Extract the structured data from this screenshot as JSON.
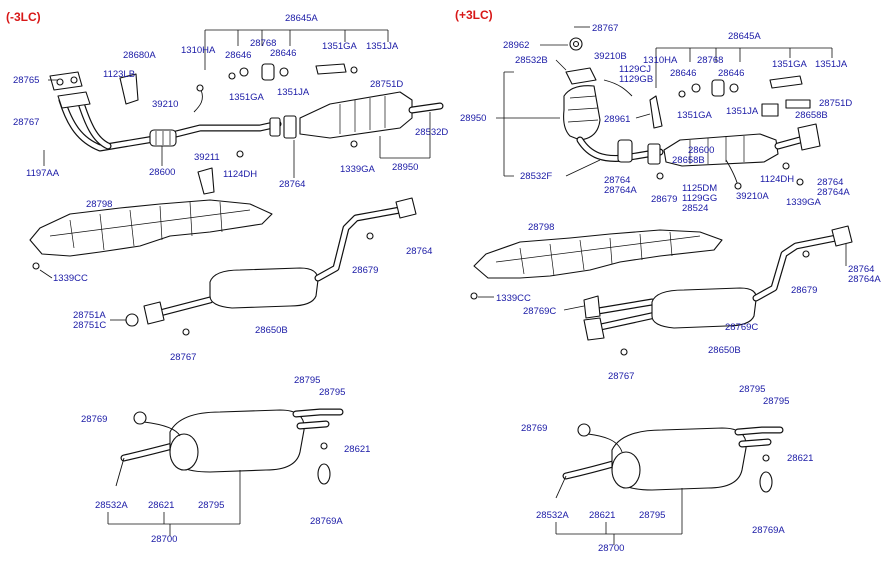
{
  "variants": [
    {
      "code": "(-3LC)"
    },
    {
      "code": "(+3LC)"
    }
  ],
  "labels": {
    "l_28645A": "28645A",
    "l_1310HA": "1310HA",
    "l_28646a": "28646",
    "l_28768": "28768",
    "l_28646b": "28646",
    "l_1351GA_top": "1351GA",
    "l_1351JA_top": "1351JA",
    "l_28680A": "28680A",
    "l_28765": "28765",
    "l_1123LB": "1123LB",
    "l_39210": "39210",
    "l_1351GA_b": "1351GA",
    "l_1351JA_b": "1351JA",
    "l_28751D": "28751D",
    "l_28532D": "28532D",
    "l_28767": "28767",
    "l_1197AA": "1197AA",
    "l_28600": "28600",
    "l_39211": "39211",
    "l_1124DH": "1124DH",
    "l_28764": "28764",
    "l_1339GA": "1339GA",
    "l_28950": "28950",
    "l_28798": "28798",
    "l_1339CC": "1339CC",
    "l_28679": "28679",
    "l_28764b": "28764",
    "l_28751A": "28751A",
    "l_28751C": "28751C",
    "l_28767b": "28767",
    "l_28650B": "28650B",
    "l_28795a": "28795",
    "l_28795b": "28795",
    "l_28769": "28769",
    "l_28621": "28621",
    "l_28532A": "28532A",
    "l_28621b": "28621",
    "l_28795c": "28795",
    "l_28769A": "28769A",
    "l_28700": "28700",
    "r_28767": "28767",
    "r_28645A": "28645A",
    "r_28962": "28962",
    "r_39210B": "39210B",
    "r_28532B": "28532B",
    "r_1310HA": "1310HA",
    "r_28768": "28768",
    "r_1351GA_top": "1351GA",
    "r_1129CJ": "1129CJ",
    "r_1129GB": "1129GB",
    "r_28646a": "28646",
    "r_28646b": "28646",
    "r_1351JA_top": "1351JA",
    "r_28751D": "28751D",
    "r_28950": "28950",
    "r_1351GA_b": "1351GA",
    "r_1351JA_b": "1351JA",
    "r_28658B": "28658B",
    "r_28961": "28961",
    "r_28600": "28600",
    "r_28658B_b": "28658B",
    "r_28532F": "28532F",
    "r_28764": "28764",
    "r_28764A": "28764A",
    "r_28679": "28679",
    "r_1125DM": "1125DM",
    "r_1129GG": "1129GG",
    "r_28524": "28524",
    "r_39210A": "39210A",
    "r_1124DH": "1124DH",
    "r_1339GA": "1339GA",
    "r_28764_b": "28764",
    "r_28764A_b": "28764A",
    "r_28798": "28798",
    "r_1339CC": "1339CC",
    "r_28769C": "28769C",
    "r_28679_b": "28679",
    "r_28764_c": "28764",
    "r_28764A_c": "28764A",
    "r_28769C_b": "28769C",
    "r_28650B": "28650B",
    "r_28767_b": "28767",
    "r_28795a": "28795",
    "r_28795b": "28795",
    "r_28769": "28769",
    "r_28621": "28621",
    "r_28532A": "28532A",
    "r_28621b": "28621",
    "r_28795c": "28795",
    "r_28769A": "28769A",
    "r_28700": "28700"
  }
}
